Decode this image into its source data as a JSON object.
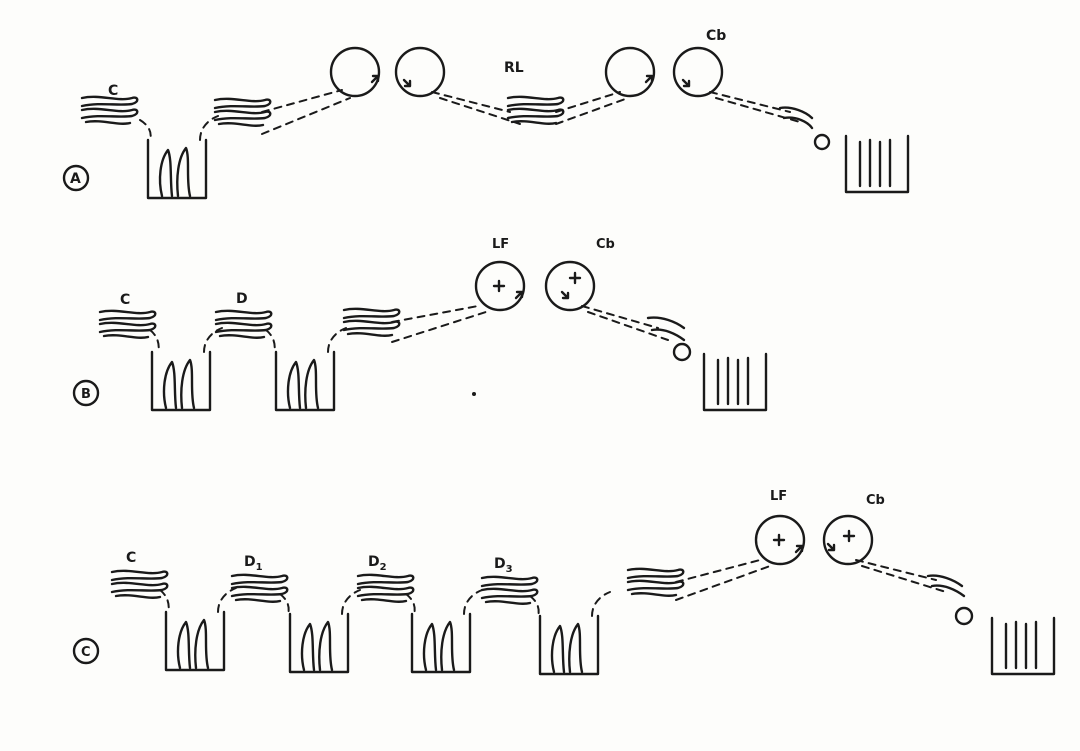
{
  "rows": [
    {
      "marker": "A",
      "labels": {
        "coiler": "C",
        "rolls_left": "RL",
        "rolls_right": "Cb"
      }
    },
    {
      "marker": "B",
      "labels": {
        "coiler": "C",
        "draw": "D",
        "rolls_left": "LF",
        "rolls_right": "Cb"
      }
    },
    {
      "marker": "C",
      "labels": {
        "coiler": "C",
        "draw1": "D",
        "draw1_sub": "1",
        "draw2": "D",
        "draw2_sub": "2",
        "draw3": "D",
        "draw3_sub": "3",
        "rolls_left": "LF",
        "rolls_right": "Cb"
      }
    }
  ]
}
